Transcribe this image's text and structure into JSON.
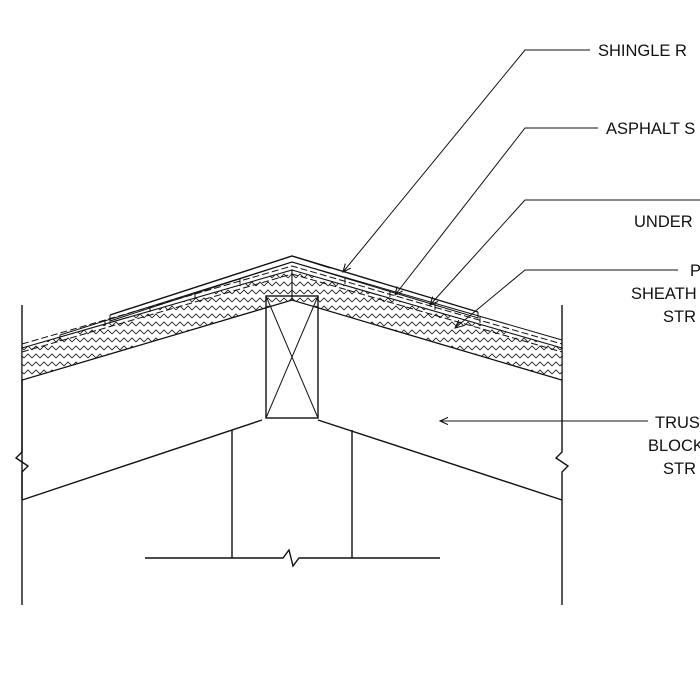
{
  "labels": {
    "shingle_ridge": "SHINGLE R",
    "asphalt": "ASPHALT S",
    "underlayment": "UNDER",
    "sheathing_line1": "P",
    "sheathing_line2": "SHEATH",
    "sheathing_line3": "STR",
    "truss_line1": "TRUS",
    "truss_line2": "BLOCK",
    "truss_line3": "STR"
  },
  "colors": {
    "line": "#111111",
    "background": "#ffffff"
  }
}
